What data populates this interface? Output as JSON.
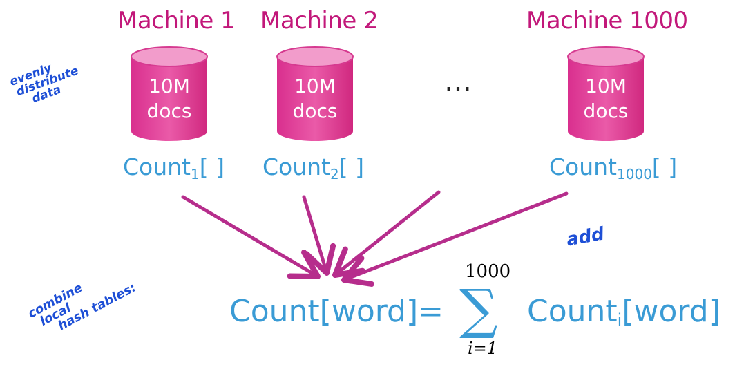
{
  "machines": [
    {
      "title": "Machine 1",
      "docs_line1": "10M",
      "docs_line2": "docs",
      "count_base": "Count",
      "count_sub": "1",
      "count_suffix": "[ ]"
    },
    {
      "title": "Machine 2",
      "docs_line1": "10M",
      "docs_line2": "docs",
      "count_base": "Count",
      "count_sub": "2",
      "count_suffix": "[ ]"
    },
    {
      "title": "Machine 1000",
      "docs_line1": "10M",
      "docs_line2": "docs",
      "count_base": "Count",
      "count_sub": "1000",
      "count_suffix": "[ ]"
    }
  ],
  "ellipsis": "…",
  "notes": {
    "distribute": [
      "evenly",
      "distribute",
      "data"
    ],
    "add": "add",
    "combine": [
      "combine",
      "local",
      "hash tables:"
    ]
  },
  "formula": {
    "lhs": "Count[word]",
    "equals": "=",
    "sigma": "∑",
    "upper": "1000",
    "lower": "i=1",
    "rhs_base": "Count",
    "rhs_sub": "i",
    "rhs_suffix": "[word]"
  },
  "colors": {
    "machine_title": "#c2187a",
    "cylinder": "#e2439c",
    "arrow": "#b62d8c",
    "count_text": "#3a9bd5",
    "handwriting": "#1e4fd6"
  }
}
